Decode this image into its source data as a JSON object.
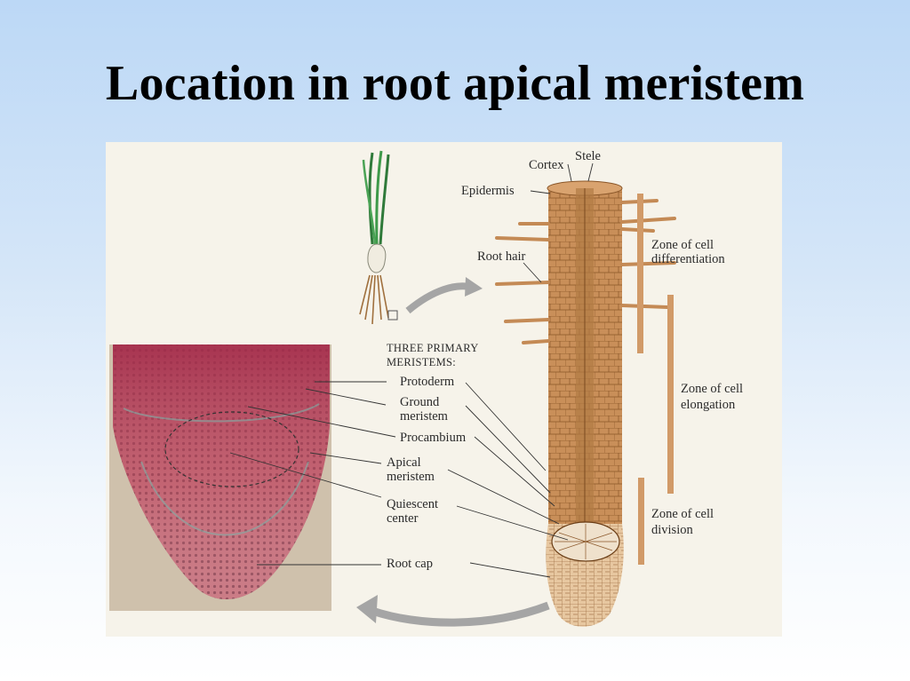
{
  "slide": {
    "title": "Location in root apical meristem"
  },
  "labels": {
    "cortex": "Cortex",
    "stele": "Stele",
    "epidermis": "Epidermis",
    "root_hair": "Root hair",
    "zone_differentiation_1": "Zone of cell",
    "zone_differentiation_2": "differentiation",
    "zone_elongation_1": "Zone of cell",
    "zone_elongation_2": "elongation",
    "zone_division_1": "Zone of cell",
    "zone_division_2": "division",
    "three_primary_1": "THREE PRIMARY",
    "three_primary_2": "MERISTEMS:",
    "protoderm": "Protoderm",
    "ground_meristem_1": "Ground",
    "ground_meristem_2": "meristem",
    "procambium": "Procambium",
    "apical_meristem_1": "Apical",
    "apical_meristem_2": "meristem",
    "quiescent_center_1": "Quiescent",
    "quiescent_center_2": "center",
    "root_cap": "Root cap"
  },
  "colors": {
    "root_tan": "#c48a55",
    "root_dark": "#9a6232",
    "micrograph_red": "#b3475a",
    "zone_bar": "#d19a68",
    "arrow_gray": "#9a9a9a"
  }
}
